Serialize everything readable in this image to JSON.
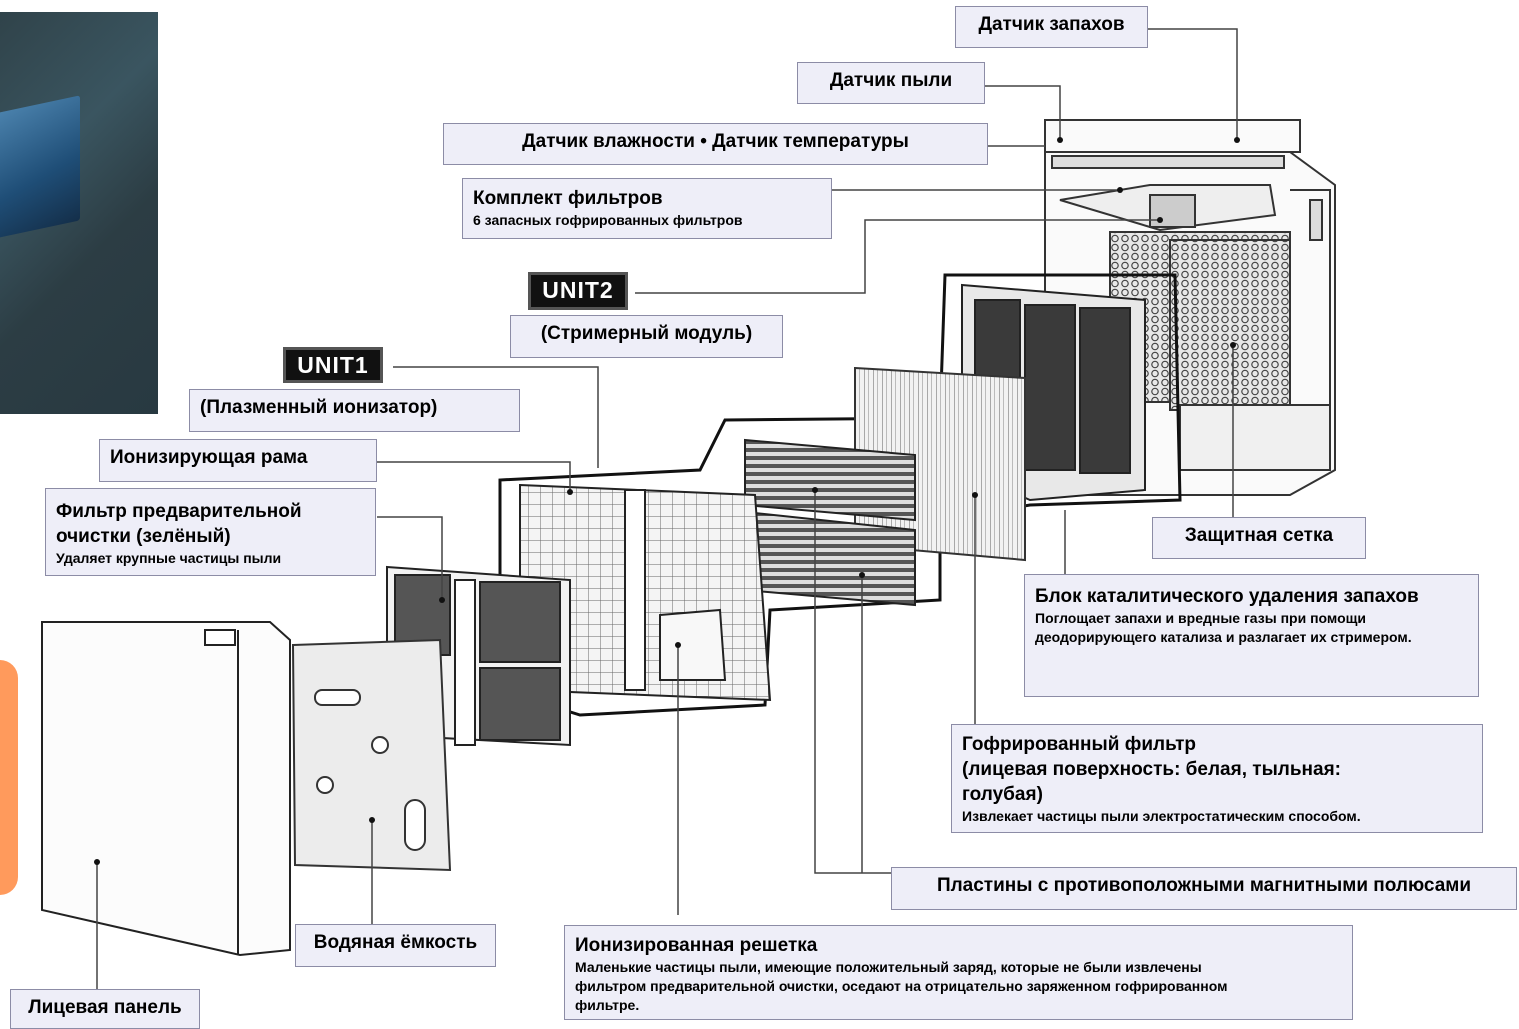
{
  "labels": {
    "odor_sensor": "Датчик запахов",
    "dust_sensor": "Датчик пыли",
    "humidity_temp_sensor": "Датчик влажности • Датчик температуры",
    "filter_kit": {
      "title": "Комплект фильтров",
      "desc": "6 запасных гофрированных фильтров"
    },
    "unit2": {
      "badge": "UNIT2",
      "name": "(Стримерный модуль)"
    },
    "unit1": {
      "badge": "UNIT1",
      "name": "(Плазменный ионизатор)"
    },
    "ionizing_frame": "Ионизирующая рама",
    "prefilter": {
      "title": "Фильтр предварительной\nочистки (зелёный)",
      "desc": "Удаляет крупные частицы пыли"
    },
    "protective_mesh": "Защитная сетка",
    "catalytic_block": {
      "title": "Блок каталитического удаления запахов",
      "desc": "Поглощает запахи и вредные газы при помощи\nдеодорирующего катализа и разлагает их стримером."
    },
    "pleated_filter": {
      "title": "Гофрированный фильтр\n(лицевая поверхность: белая, тыльная:\nголубая)",
      "desc": "Извлекает частицы пыли электростатическим способом."
    },
    "magnetic_plates": "Пластины с противоположными магнитными полюсами",
    "ionized_grid": {
      "title": "Ионизированная решетка",
      "desc": "Маленькие частицы пыли, имеющие положительный заряд, которые не были извлечены\nфильтром предварительной очистки, оседают на отрицательно заряженном гофрированном\nфильтре."
    },
    "water_tank": "Водяная ёмкость",
    "front_panel": "Лицевая панель"
  },
  "colors": {
    "label_bg": "#eeeef8",
    "label_border": "#8c8ca6",
    "unit_badge_bg": "#111111",
    "left_tab": "#ff9a5c"
  }
}
